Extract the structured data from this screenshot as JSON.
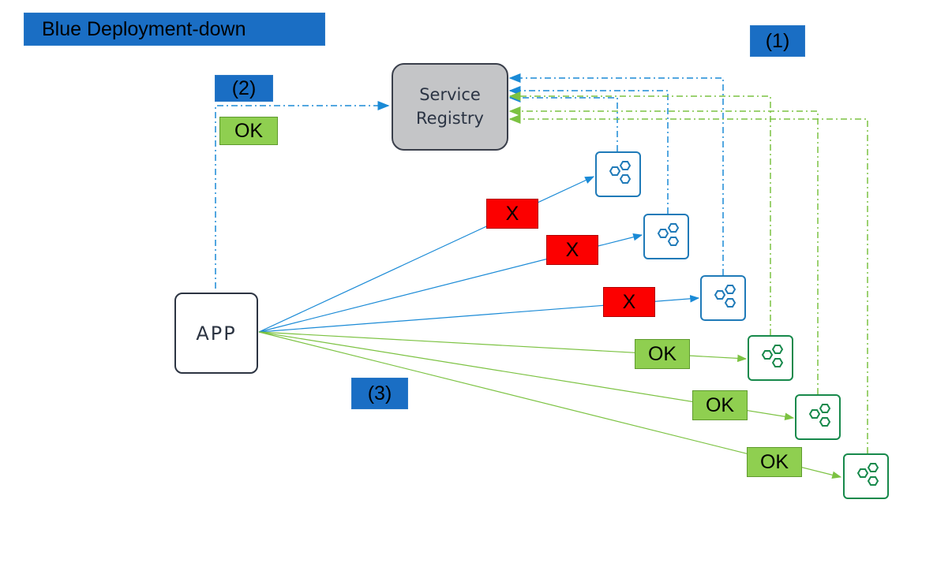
{
  "title": "Blue Deployment-down",
  "tags": {
    "step1": "(1)",
    "step2": "(2)",
    "step3": "(3)"
  },
  "app_status": "OK",
  "registry": {
    "line1": "Service",
    "line2": "Registry"
  },
  "app": {
    "label": "APP"
  },
  "instances": [
    {
      "color": "blue",
      "status": "X"
    },
    {
      "color": "blue",
      "status": "X"
    },
    {
      "color": "blue",
      "status": "X"
    },
    {
      "color": "green",
      "status": "OK"
    },
    {
      "color": "green",
      "status": "OK"
    },
    {
      "color": "green",
      "status": "OK"
    }
  ],
  "colors": {
    "blue_line": "#1a8ad6",
    "green_line": "#7cc242",
    "blue_tag": "#1a6ec4",
    "green_tag": "#8fcf50",
    "red_tag": "#fc0000"
  },
  "icons": {
    "instance": "hexagon-cluster-icon"
  }
}
